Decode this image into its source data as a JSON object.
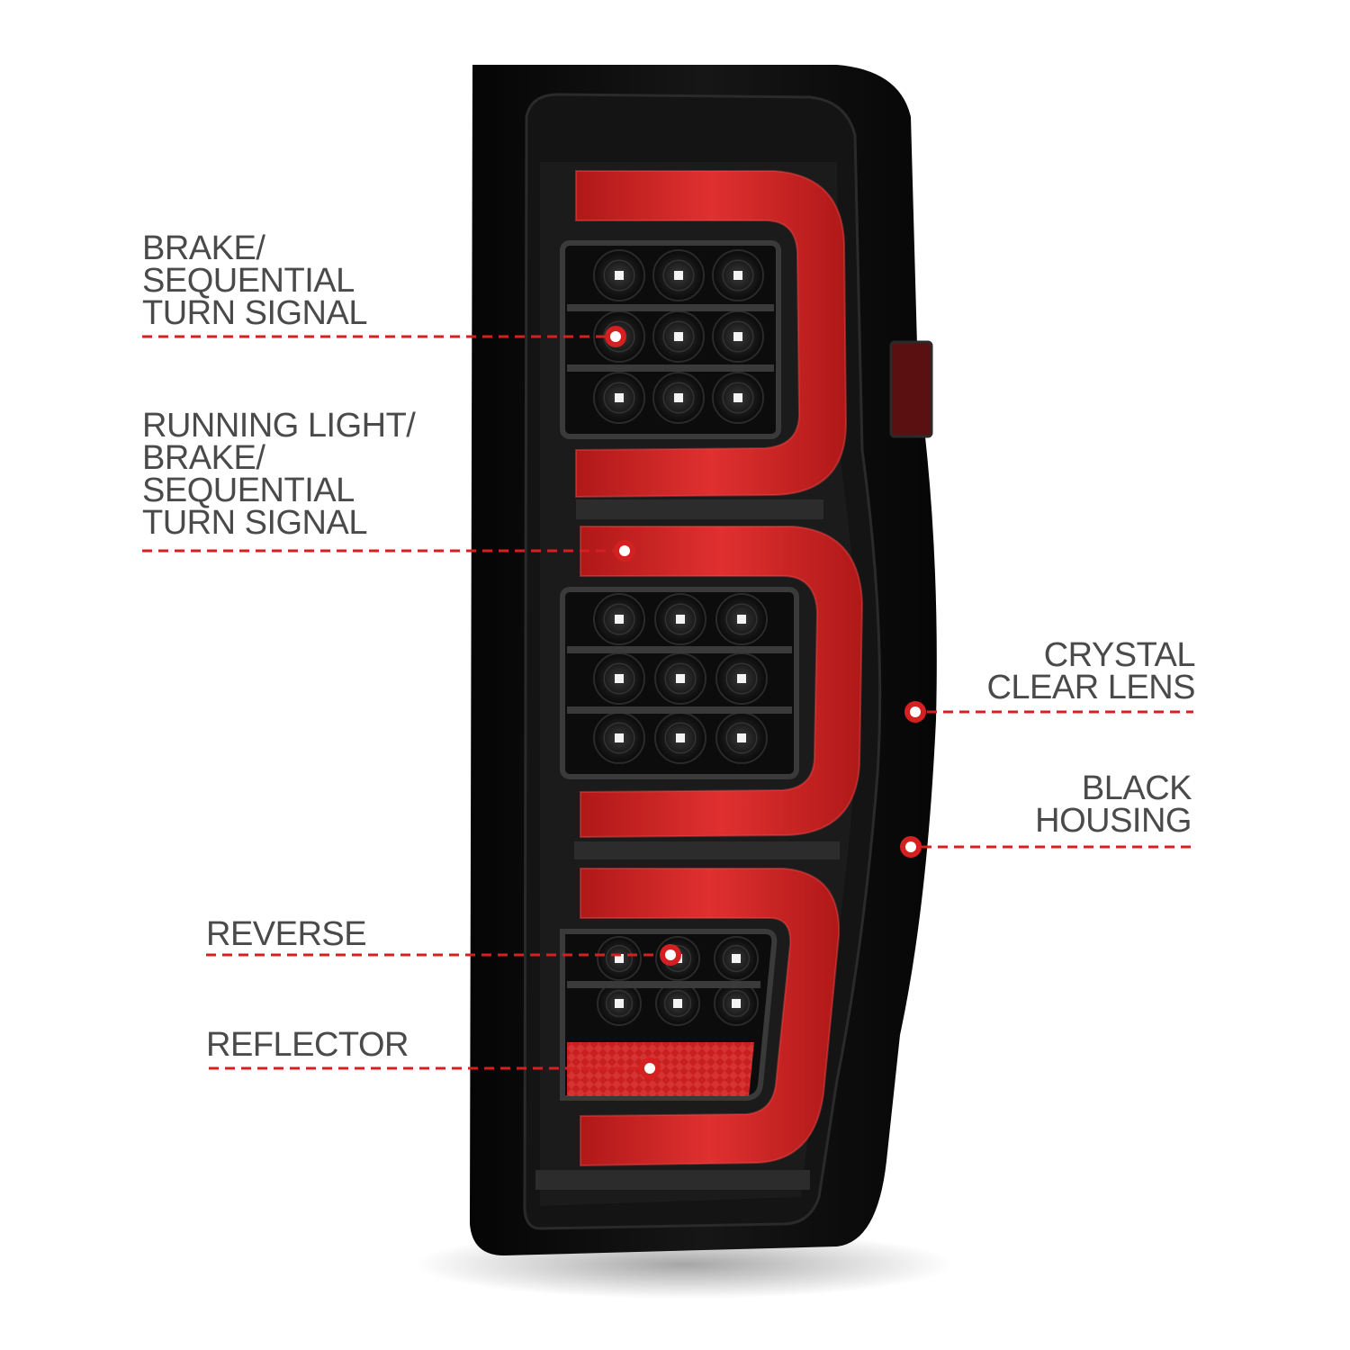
{
  "callouts": {
    "brake_turn": {
      "lines": [
        "BRAKE/",
        "SEQUENTIAL",
        "TURN SIGNAL"
      ]
    },
    "running_brake_turn": {
      "lines": [
        "RUNNING LIGHT/",
        "BRAKE/",
        "SEQUENTIAL",
        "TURN SIGNAL"
      ]
    },
    "crystal_lens": {
      "lines": [
        "CRYSTAL",
        "CLEAR LENS"
      ]
    },
    "black_housing": {
      "lines": [
        "BLACK",
        "HOUSING"
      ]
    },
    "reverse": {
      "lines": [
        "REVERSE"
      ]
    },
    "reflector": {
      "lines": [
        "REFLECTOR"
      ]
    }
  },
  "colors": {
    "leader_line": "#d42020",
    "text": "#4a4a4a",
    "light_bar": "#c81e1e",
    "housing": "#0c0c0c"
  }
}
